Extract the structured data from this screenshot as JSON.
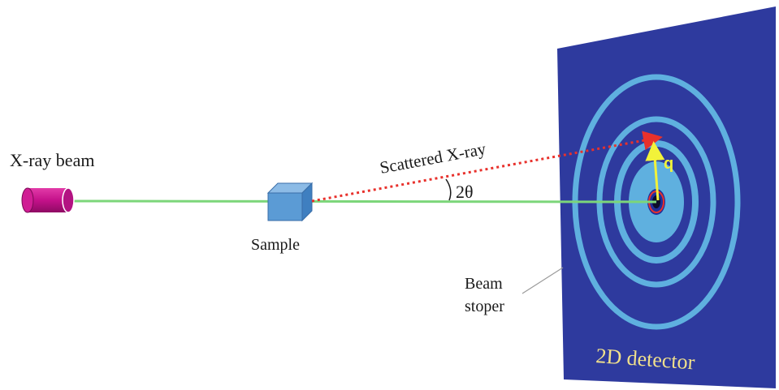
{
  "labels": {
    "xray_beam": "X-ray beam",
    "sample": "Sample",
    "scattered": "Scattered X-ray",
    "angle": "2θ",
    "q": "q",
    "beam_stoper_line1": "Beam",
    "beam_stoper_line2": "stoper",
    "detector": "2D detector"
  },
  "colors": {
    "detector_bg": "#2e3a9e",
    "ring": "#5fb0df",
    "beam": "#7cd67a",
    "scatter": "#e8312c",
    "q_vector": "#f2f23a",
    "source": "#cc1a8f",
    "sample": "#5b9bd5",
    "detector_text": "#f0e08c"
  }
}
